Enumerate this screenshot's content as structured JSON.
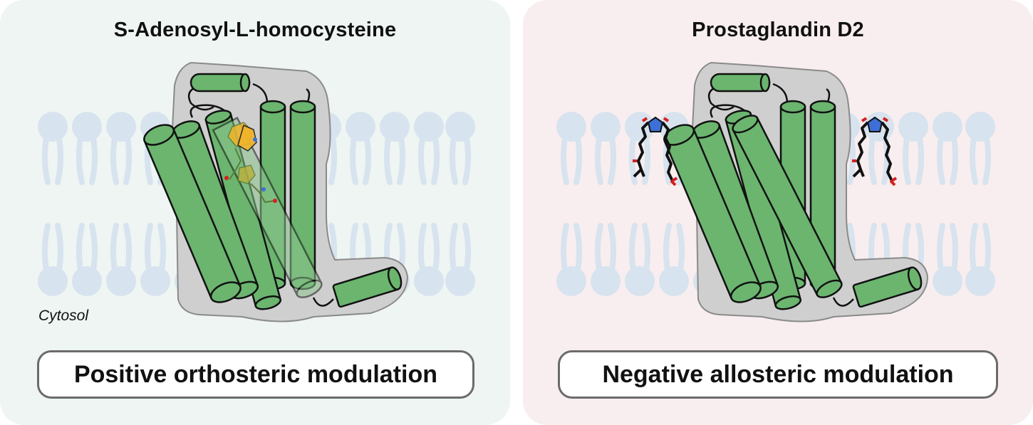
{
  "left_panel": {
    "title": "S-Adenosyl-L-homocysteine",
    "region_label": "Cytosol",
    "modulation": "Positive orthosteric modulation"
  },
  "right_panel": {
    "title": "Prostaglandin D2",
    "modulation": "Negative allosteric modulation"
  },
  "colors": {
    "left_background": "#eef5f2",
    "right_background": "#f8eeef",
    "membrane": "#d7e3ee",
    "helix": "#6bb56f",
    "protein_surface": "#cfcfcf",
    "ligand_ring": "#f0b429",
    "pentagon": "#3d6fd6",
    "oxygen": "#d42020"
  },
  "icons": [
    "lipid-bilayer",
    "gpcr-helix-bundle",
    "ligand-molecule"
  ]
}
